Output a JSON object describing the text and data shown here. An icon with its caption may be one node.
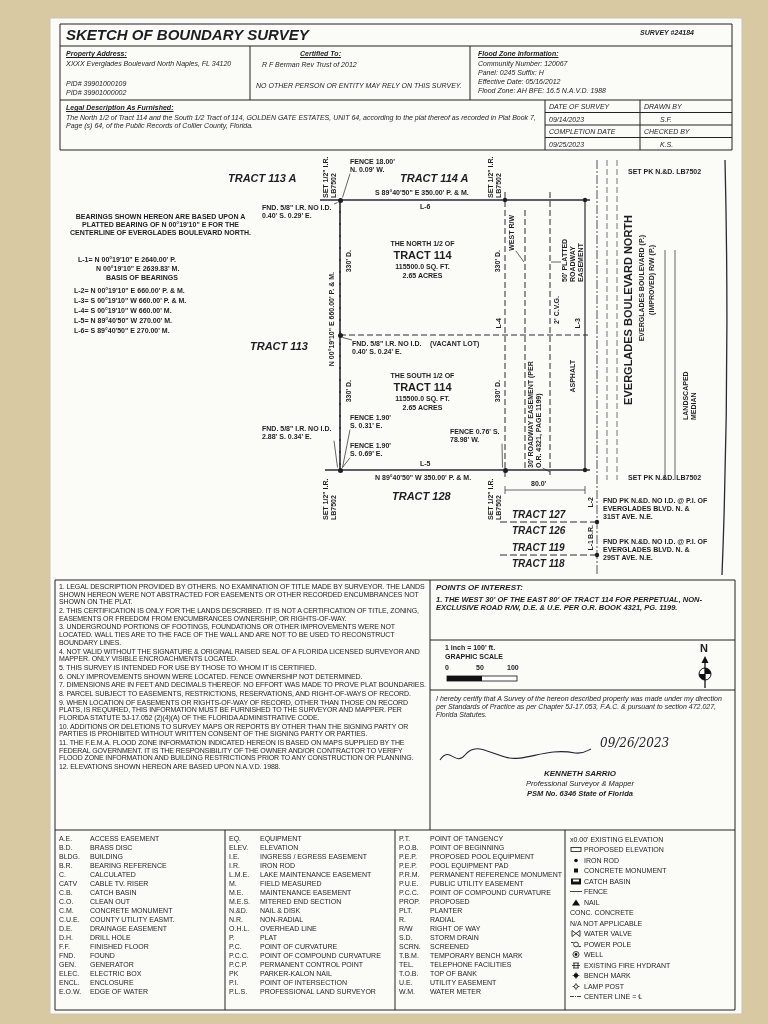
{
  "diagram": {
    "title": "SKETCH OF BOUNDARY SURVEY",
    "nodes": [
      {
        "text": [
          "FENCE 18.00' N. 0.09' W."
        ]
      },
      {
        "text": [
          "FND. 5/8\" I.R. NO I.D. 0.40' S. 0.29' E."
        ]
      },
      {
        "text": [
          "WEST R/W"
        ]
      },
      {
        "text": [
          "50' PLATTED ROADWAY EASEMENT"
        ]
      },
      {
        "text": [
          "FND. 5/8\" I.R. NO I.D. 0.40' S. 0.24' E."
        ]
      },
      {
        "text": [
          "30' ROADWAY EASEMENT (PER O.R. 4321, PAGE 1199)"
        ]
      },
      {
        "text": [
          "FND. 5/8\" I.R. NO I.D. 2.88' S. 0.34' E."
        ]
      },
      {
        "text": [
          "FENCE 1.90' S. 0.31' E."
        ]
      },
      {
        "text": [
          "FENCE 1.90' S. 0.69' E."
        ]
      },
      {
        "text": [
          "FENCE 0.76' S. 78.98' W."
        ]
      },
      {
        "text": [],
        "shape": "circle"
      },
      {
        "text": [],
        "shape": "circle"
      },
      {
        "text": [],
        "shape": "circle"
      },
      {
        "text": [],
        "shape": "circle"
      }
    ],
    "edges": [
      {
        "from": 0,
        "to": 10,
        "arrow": "none"
      },
      {
        "from": 1,
        "to": 10,
        "arrow": "none"
      },
      {
        "from": 2,
        "to": null,
        "arrow": "none"
      },
      {
        "from": 3,
        "to": null,
        "arrow": "none"
      },
      {
        "from": 4,
        "to": 11,
        "arrow": "none"
      },
      {
        "from": 5,
        "to": null,
        "arrow": "none"
      },
      {
        "from": 6,
        "to": 12,
        "arrow": "none"
      },
      {
        "from": 7,
        "to": 12,
        "arrow": "none"
      },
      {
        "from": 8,
        "to": 12,
        "arrow": "none"
      },
      {
        "from": 9,
        "to": 13,
        "arrow": "none"
      }
    ],
    "labels": [
      "SURVEY #24184",
      "Property Address:",
      "XXXX Everglades Boulevard North Naples, FL 34120",
      "PID# 39901000109",
      "PID# 39901000002",
      "Certified To:",
      "R F Berman Rev Trust of 2012",
      "NO OTHER PERSON OR ENTITY MAY RELY ON THIS SURVEY.",
      "Flood Zone Information:",
      "Community Number: 120067",
      "Panel: 0245 Suffix: H",
      "Effective Date: 05/16/2012",
      "Flood Zone: AH BFE: 16.5 N.A.V.D. 1988",
      "Legal Description As Furnished:",
      "The North 1/2 of Tract 114 and the South 1/2 Tract of 114, GOLDEN GATE ESTATES, UNIT 64, according to the plat thereof as recorded in Plat Book 7, Page (s) 64, of the Public Records of Collier County, Florida.",
      "DATE OF SURVEY",
      "DRAWN BY",
      "09/14/2023",
      "S.F.",
      "COMPLETION DATE",
      "CHECKED BY",
      "09/25/2023",
      "K.S.",
      "TRACT 113 A",
      "SET 1/2\" I.R. LB7502",
      "TRACT 114 A",
      "SET 1/2\" I.R. LB7502",
      "SET PK N.&D. LB7502",
      "S 89°40'50\" E 350.00' P. & M.",
      "L-6",
      "BEARINGS SHOWN HEREON ARE BASED UPON A PLATTED BEARING OF N 00°19'10\" E FOR THE CENTERLINE OF EVERGLADES BOULEVARD NORTH.",
      "L-1= N 00°19'10\" E 2640.00' P.",
      "N 00°19'10\" E 2639.83' M.",
      "BASIS OF BEARINGS",
      "L-2= N 00°19'10\" E 660.00' P. & M.",
      "L-3= S 00°19'10\" W 660.00' P. & M.",
      "L-4= S 00°19'10\" W 660.00' M.",
      "L-5= N 89°40'50\" W 270.00' M.",
      "L-6= S 89°40'50\" E 270.00' M.",
      "330' D.",
      "THE NORTH 1/2 OF",
      "TRACT 114",
      "115500.0 SQ. FT.",
      "2.65 ACRES",
      "330' D.",
      "EVERGLADES BOULEVARD NORTH",
      "EVERGLADES BOULEVARD (P.)",
      "(IMPROVED) R/W (P.)",
      "TRACT 113",
      "N 00°19'10\" E 660.00' P. & M.",
      "(VACANT LOT)",
      "L-4",
      "2' C.V.G.",
      "L-3",
      "ASPHALT",
      "330' D.",
      "THE SOUTH 1/2 OF",
      "TRACT 114",
      "115500.0 SQ. FT.",
      "2.65 ACRES",
      "330' D.",
      "LANDSCAPED MEDIAN",
      "L-5",
      "N 89°40'50\" W 350.00' P. & M.",
      "SET 1/2\" I.R. LB7502",
      "TRACT 128",
      "SET 1/2\" I.R. LB7502",
      "SET PK N.&D. LB7502",
      "80.0'",
      "L-2",
      "FND PK N.&D. NO I.D. @ P.I. OF EVERGLADES BLVD. N. & 31ST AVE. N.E.",
      "TRACT 127",
      "TRACT 126",
      "B.R.",
      "TRACT 119",
      "L-1",
      "FND PK N.&D. NO I.D. @ P.I. OF EVERGLADES BLVD. N. & 29ST AVE. N.E.",
      "TRACT 118",
      "N",
      "1 inch = 100' ft.",
      "GRAPHIC SCALE",
      "0",
      "50",
      "100",
      "1. LEGAL DESCRIPTION PROVIDED BY OTHERS. NO EXAMINATION OF TITLE MADE BY SURVEYOR. THE LANDS SHOWN HEREON WERE NOT ABSTRACTED FOR EASEMENTS OR OTHER RECORDED ENCUMBRANCES NOT SHOWN ON THE PLAT.",
      "2. THIS CERTIFICATION IS ONLY FOR THE LANDS DESCRIBED. IT IS NOT A CERTIFICATION OF TITLE, ZONING, EASEMENTS OR FREEDOM FROM ENCUMBRANCES OWNERSHIP, OR RIGHTS-OF-WAY.",
      "3. UNDERGROUND PORTIONS OF FOOTINGS, FOUNDATIONS OR OTHER IMPROVEMENTS WERE NOT LOCATED. WALL TIES ARE TO THE FACE OF THE WALL AND ARE NOT TO BE USED TO RECONSTRUCT BOUNDARY LINES.",
      "4. NOT VALID WITHOUT THE SIGNATURE & ORIGINAL RAISED SEAL OF A FLORIDA LICENSED SURVEYOR AND MAPPER. ONLY VISIBLE ENCROACHMENTS LOCATED.",
      "5. THIS SURVEY IS INTENDED FOR USE BY THOSE TO WHOM IT IS CERTIFIED.",
      "6. ONLY IMPROVEMENTS SHOWN WERE LOCATED. FENCE OWNERSHIP NOT DETERMINED.",
      "7. DIMENSIONS ARE IN FEET AND DECIMALS THEREOF. NO EFFORT WAS MADE TO PROVE PLAT BOUNDARIES.",
      "8. PARCEL SUBJECT TO EASEMENTS, RESTRICTIONS, RESERVATIONS, AND RIGHT-OF-WAYS OF RECORD.",
      "9. WHEN LOCATION OF EASEMENTS OR RIGHTS-OF-WAY OF RECORD, OTHER THAN THOSE ON RECORD PLATS, IS REQUIRED, THIS INFORMATION MUST BE FURNISHED TO THE SURVEYOR AND MAPPER. PER FLORIDA STATUTE 5J-17.052 (2)(4)(A) OF THE FLORIDA ADMINISTRATIVE CODE.",
      "10. ADDITIONS OR DELETIONS TO SURVEY MAPS OR REPORTS BY OTHER THAN THE SIGNING PARTY OR PARTIES IS PROHIBITED WITHOUT WRITTEN CONSENT OF THE SIGNING PARTY OR PARTIES.",
      "11. THE F.E.M.A. FLOOD ZONE INFORMATION INDICATED HEREON IS BASED ON MAPS SUPPLIED BY THE FEDERAL GOVERNMENT. IT IS THE RESPONSIBILITY OF THE OWNER AND/OR CONTRACTOR TO VERIFY FLOOD ZONE INFORMATION AND BUILDING RESTRICTIONS PRIOR TO ANY CONSTRUCTION OR PLANNING.",
      "12. ELEVATIONS SHOWN HEREON ARE BASED UPON N.A.V.D. 1988.",
      "POINTS OF INTEREST:",
      "1. THE WEST 30' OF THE EAST 80' OF TRACT 114 FOR PERPETUAL, NON-EXCLUSIVE ROAD R/W, D.E. & U.E. PER O.R. BOOK 4321, PG. 1199.",
      "I hereby certify that A Survey of the hereon described property was made under my direction per Standards of Practice as per Chapter 5J-17.053, F.A.C. & pursuant to section 472.027, Florida Statutes.",
      "09/26/2023",
      "KENNETH SARRIO",
      "Professional Surveyor & Mapper",
      "PSM No. 6346 State of Florida",
      "A.E.",
      "ACCESS EASEMENT",
      "B.D.",
      "BRASS DISC",
      "BLDG.",
      "BUILDING",
      "B.R.",
      "BEARING REFERENCE",
      "C.",
      "CALCULATED",
      "CATV",
      "CABLE TV. RISER",
      "C.B.",
      "CATCH BASIN",
      "C.O.",
      "CLEAN OUT",
      "C.M.",
      "CONCRETE MONUMENT",
      "C.U.E.",
      "COUNTY UTILITY EASMT.",
      "D.E.",
      "DRAINAGE EASEMENT",
      "D.H.",
      "DRILL HOLE",
      "F.F.",
      "FINISHED FLOOR",
      "FND.",
      "FOUND",
      "GEN.",
      "GENERATOR",
      "ELEC.",
      "ELECTRIC BOX",
      "ENCL.",
      "ENCLOSURE",
      "E.O.W.",
      "EDGE OF WATER",
      "EQ.",
      "EQUIPMENT",
      "ELEV.",
      "ELEVATION",
      "I.E.",
      "INGRESS / EGRESS EASEMENT",
      "I.R.",
      "IRON ROD",
      "L.M.E.",
      "LAKE MAINTENANCE EASEMENT",
      "M.",
      "FIELD MEASURED",
      "M.E.",
      "MAINTENANCE EASEMENT",
      "M.E.S.",
      "MITERED END SECTION",
      "N.&D.",
      "NAIL & DISK",
      "N.R.",
      "NON-RADIAL",
      "O.H.L.",
      "OVERHEAD LINE",
      "P.",
      "PLAT",
      "P.C.",
      "POINT OF CURVATURE",
      "P.C.C.",
      "POINT OF COMPOUND CURVATURE",
      "P.C.P.",
      "PERMANENT CONTROL POINT",
      "PK",
      "PARKER-KALON NAIL",
      "P.I.",
      "POINT OF INTERSECTION",
      "P.L.S.",
      "PROFESSIONAL LAND SURVEYOR",
      "P.T.",
      "POINT OF TANGENCY",
      "P.O.B.",
      "POINT OF BEGINNING",
      "P.E.P.",
      "PROPOSED POOL EQUIPMENT",
      "P.E.P.",
      "POOL EQUIPMENT PAD",
      "P.R.M.",
      "PERMANENT REFERENCE MONUMENT",
      "P.U.E.",
      "PUBLIC UTILITY EASEMENT",
      "P.C.C.",
      "POINT OF COMPOUND CURVATURE",
      "PROP.",
      "PROPOSED",
      "PLT.",
      "PLANTER",
      "R.",
      "RADIAL",
      "R/W",
      "RIGHT OF WAY",
      "S.D.",
      "STORM DRAIN",
      "SCRN.",
      "SCREENED",
      "T.B.M.",
      "TEMPORARY BENCH MARK",
      "TEL.",
      "TELEPHONE FACILITIES",
      "T.O.B.",
      "TOP OF BANK",
      "U.E.",
      "UTILITY EASEMENT",
      "W.M.",
      "WATER METER"
    ],
    "legend": [
      {
        "text": "x0.00' EXISTING ELEVATION"
      },
      {
        "text": "PROPOSED ELEVATION"
      },
      {
        "text": "IRON ROD"
      },
      {
        "text": "CONCRETE MONUMENT"
      },
      {
        "text": "CATCH BASIN"
      },
      {
        "text": "FENCE"
      },
      {
        "text": "NAIL"
      },
      {
        "text": "CONC. CONCRETE"
      },
      {
        "text": "N/A NOT APPLICABLE"
      },
      {
        "text": "WATER VALVE"
      },
      {
        "text": "POWER POLE"
      },
      {
        "text": "WELL"
      },
      {
        "text": "EXISTING FIRE HYDRANT"
      },
      {
        "text": "BENCH MARK"
      },
      {
        "text": "LAMP POST"
      },
      {
        "text": "CENTER LINE = ℄"
      }
    ]
  }
}
